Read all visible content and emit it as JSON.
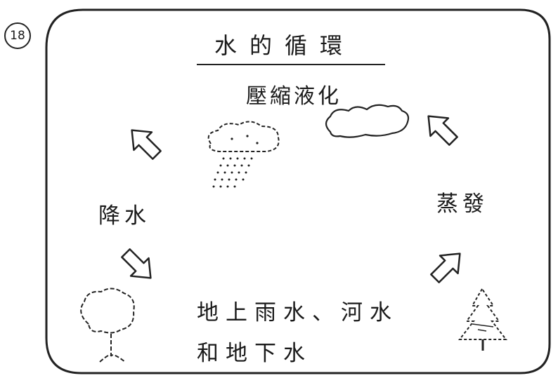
{
  "figure_number": "18",
  "title": "水的循環",
  "stages": {
    "condensation": "壓縮液化",
    "precipitation": "降水",
    "evaporation": "蒸發",
    "ground_water_line1": "地上雨水、河水",
    "ground_water_line2": "和地下水"
  },
  "icons": [
    "rain-cloud-icon",
    "cloud-icon",
    "tree-icon",
    "pine-tree-icon",
    "arrow-icon"
  ]
}
